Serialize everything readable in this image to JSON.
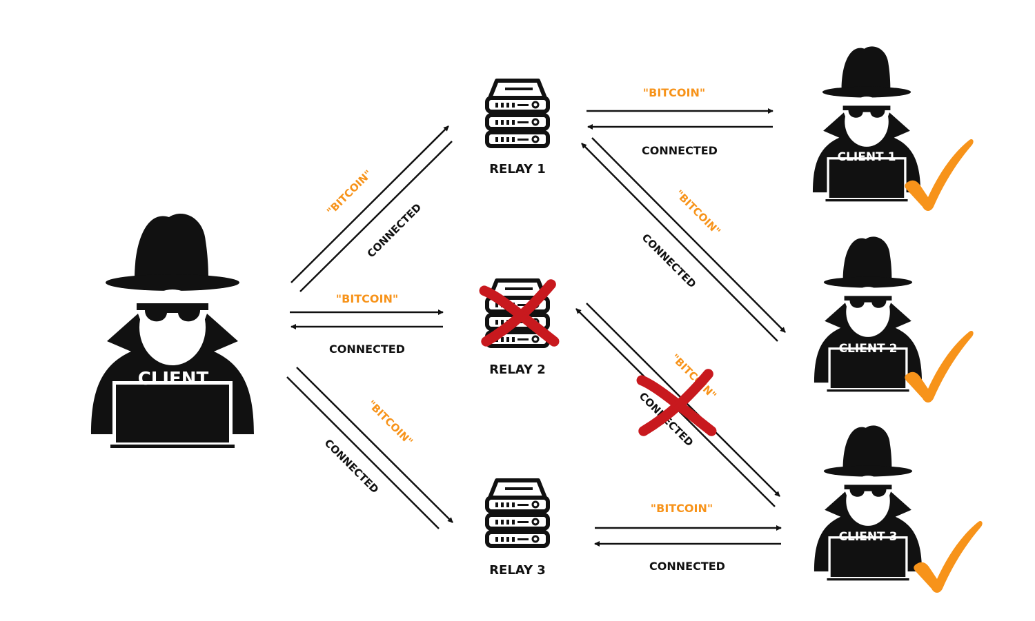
{
  "colors": {
    "accent": "#f7931a",
    "ink": "#111111",
    "failure": "#c8191e",
    "success": "#f7931a"
  },
  "sender": {
    "label": "CLIENT"
  },
  "relays": [
    {
      "label": "RELAY 1",
      "status": "online"
    },
    {
      "label": "RELAY 2",
      "status": "failed"
    },
    {
      "label": "RELAY 3",
      "status": "online"
    }
  ],
  "recipients": [
    {
      "label": "CLIENT 1",
      "delivered": true
    },
    {
      "label": "CLIENT 2",
      "delivered": true
    },
    {
      "label": "CLIENT 3",
      "delivered": true
    }
  ],
  "links": {
    "client_relay1": {
      "message": "\"BITCOIN\"",
      "reply": "CONNECTED"
    },
    "client_relay2": {
      "message": "\"BITCOIN\"",
      "reply": "CONNECTED"
    },
    "client_relay3": {
      "message": "\"BITCOIN\"",
      "reply": "CONNECTED"
    },
    "relay1_client1": {
      "message": "\"BITCOIN\"",
      "reply": "CONNECTED"
    },
    "relay1_client2": {
      "message": "\"BITCOIN\"",
      "reply": "CONNECTED"
    },
    "relay2_client3": {
      "message": "\"BITCOIN\"",
      "reply": "CONNECTED",
      "status": "failed"
    },
    "relay3_client3": {
      "message": "\"BITCOIN\"",
      "reply": "CONNECTED"
    }
  }
}
